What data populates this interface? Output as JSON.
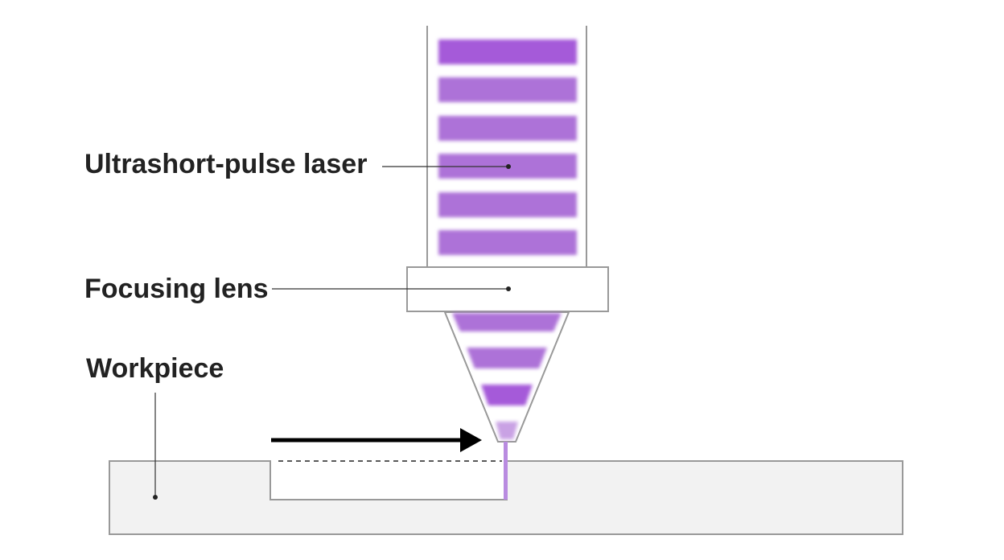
{
  "labels": {
    "laser": "Ultrashort-pulse laser",
    "lens": "Focusing lens",
    "workpiece": "Workpiece"
  },
  "colors": {
    "outline": "#999999",
    "workpiece_fill": "#f2f2f2",
    "pulse": "#a96ad6",
    "arrow": "#000000",
    "label_text": "#222222",
    "leader": "#333333"
  },
  "icons": {
    "direction": "arrow-right-icon"
  }
}
